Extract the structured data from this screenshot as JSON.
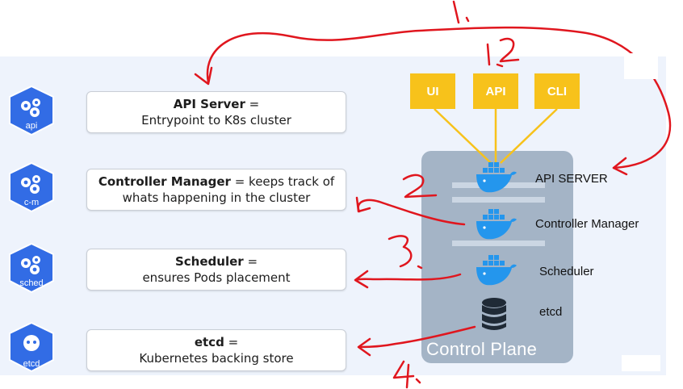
{
  "components": [
    {
      "icon": "kubernetes-api-icon",
      "badge": "api",
      "title": "API Server",
      "suffix": " =",
      "desc": "Entrypoint to K8s cluster"
    },
    {
      "icon": "kubernetes-controller-manager-icon",
      "badge": "c-m",
      "title": "Controller Manager",
      "suffix": " = keeps track of",
      "desc": "whats happening in the cluster"
    },
    {
      "icon": "kubernetes-scheduler-icon",
      "badge": "sched",
      "title": "Scheduler",
      "suffix": " =",
      "desc": "ensures Pods placement"
    },
    {
      "icon": "kubernetes-etcd-icon",
      "badge": "etcd",
      "title": "etcd",
      "suffix": " =",
      "desc": "Kubernetes backing store"
    }
  ],
  "clients": [
    "UI",
    "API",
    "CLI"
  ],
  "control_plane": {
    "title": "Control Plane",
    "items": [
      "API SERVER",
      "Controller Manager",
      "Scheduler",
      "etcd"
    ]
  },
  "colors": {
    "k8s_blue": "#326ce5",
    "client_yellow": "#f7c21b",
    "control_plane": "#a4b4c6",
    "docker_blue": "#2496ed",
    "annotation_red": "#e0161e"
  }
}
